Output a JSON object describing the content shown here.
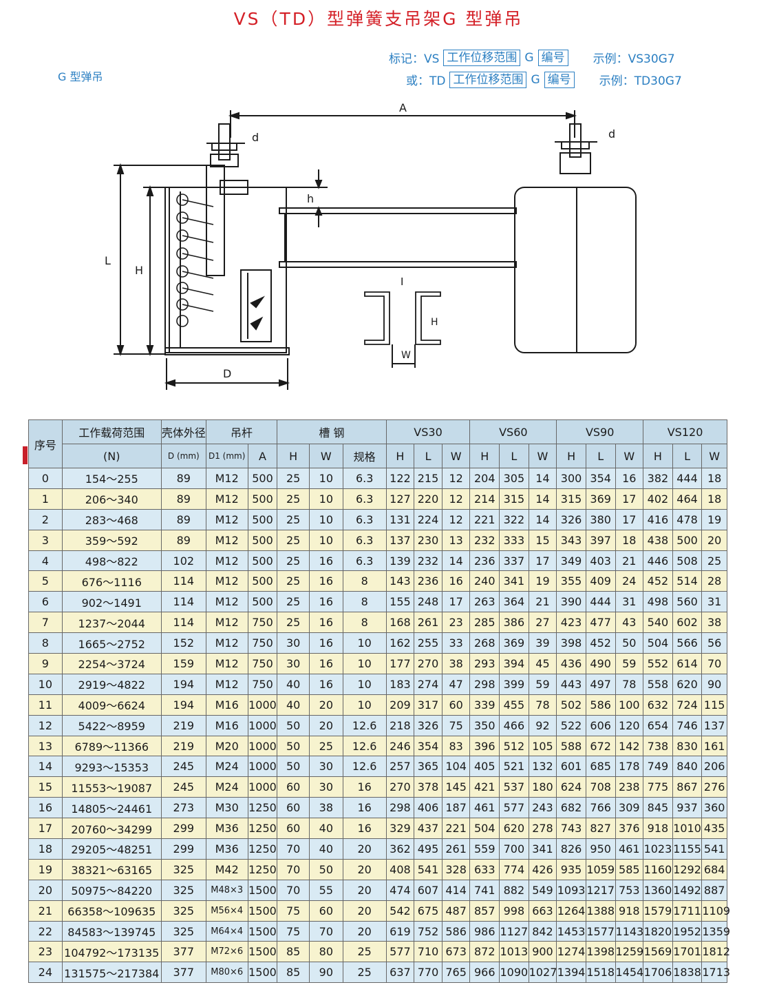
{
  "title": "VS（TD）型弹簧支吊架G 型弹吊",
  "subtitle": "G 型弹吊",
  "legend": [
    {
      "prefix": "标记：VS",
      "box1": "工作位移范围",
      "mid": "G",
      "box2": "编号",
      "example": "示例：VS30G7"
    },
    {
      "prefix": "或：TD",
      "box1": "工作位移范围",
      "mid": "G",
      "box2": "编号",
      "example": "示例：TD30G7"
    }
  ],
  "drawing_labels": {
    "A": "A",
    "d_left": "d",
    "d_right": "d",
    "h": "h",
    "L": "L",
    "H": "H",
    "D": "D",
    "I": "I",
    "H_channel": "H",
    "W": "W"
  },
  "table": {
    "head1": {
      "seq": "序号",
      "load": "工作载荷范围",
      "shell": "壳体外径",
      "rod": "吊杆",
      "channel": "槽 钢",
      "vs30": "VS30",
      "vs60": "VS60",
      "vs90": "VS90",
      "vs120": "VS120"
    },
    "head2": {
      "load_unit": "(N)",
      "shell_unit": "D (mm)",
      "d1": "D1 (mm)",
      "a": "A",
      "h": "H",
      "w": "W",
      "spec": "规格",
      "vs30_h": "H",
      "vs30_l": "L",
      "vs30_w": "W",
      "vs60_h": "H",
      "vs60_l": "L",
      "vs60_w": "W",
      "vs90_h": "H",
      "vs90_l": "L",
      "vs90_w": "W",
      "vs120_h": "H",
      "vs120_l": "L",
      "vs120_w": "W"
    },
    "rows": [
      [
        "0",
        "154～255",
        "89",
        "M12",
        "500",
        "25",
        "10",
        "6.3",
        "122",
        "215",
        "12",
        "204",
        "305",
        "14",
        "300",
        "354",
        "16",
        "382",
        "444",
        "18"
      ],
      [
        "1",
        "206～340",
        "89",
        "M12",
        "500",
        "25",
        "10",
        "6.3",
        "127",
        "220",
        "12",
        "214",
        "315",
        "14",
        "315",
        "369",
        "17",
        "402",
        "464",
        "18"
      ],
      [
        "2",
        "283～468",
        "89",
        "M12",
        "500",
        "25",
        "10",
        "6.3",
        "131",
        "224",
        "12",
        "221",
        "322",
        "14",
        "326",
        "380",
        "17",
        "416",
        "478",
        "19"
      ],
      [
        "3",
        "359～592",
        "89",
        "M12",
        "500",
        "25",
        "10",
        "6.3",
        "137",
        "230",
        "13",
        "232",
        "333",
        "15",
        "343",
        "397",
        "18",
        "438",
        "500",
        "20"
      ],
      [
        "4",
        "498～822",
        "102",
        "M12",
        "500",
        "25",
        "16",
        "6.3",
        "139",
        "232",
        "14",
        "236",
        "337",
        "17",
        "349",
        "403",
        "21",
        "446",
        "508",
        "25"
      ],
      [
        "5",
        "676～1116",
        "114",
        "M12",
        "500",
        "25",
        "16",
        "8",
        "143",
        "236",
        "16",
        "240",
        "341",
        "19",
        "355",
        "409",
        "24",
        "452",
        "514",
        "28"
      ],
      [
        "6",
        "902～1491",
        "114",
        "M12",
        "500",
        "25",
        "16",
        "8",
        "155",
        "248",
        "17",
        "263",
        "364",
        "21",
        "390",
        "444",
        "31",
        "498",
        "560",
        "31"
      ],
      [
        "7",
        "1237～2044",
        "114",
        "M12",
        "750",
        "25",
        "16",
        "8",
        "168",
        "261",
        "23",
        "285",
        "386",
        "27",
        "423",
        "477",
        "43",
        "540",
        "602",
        "38"
      ],
      [
        "8",
        "1665～2752",
        "152",
        "M12",
        "750",
        "30",
        "16",
        "10",
        "162",
        "255",
        "33",
        "268",
        "369",
        "39",
        "398",
        "452",
        "50",
        "504",
        "566",
        "56"
      ],
      [
        "9",
        "2254～3724",
        "159",
        "M12",
        "750",
        "30",
        "16",
        "10",
        "177",
        "270",
        "38",
        "293",
        "394",
        "45",
        "436",
        "490",
        "59",
        "552",
        "614",
        "70"
      ],
      [
        "10",
        "2919～4822",
        "194",
        "M12",
        "750",
        "40",
        "16",
        "10",
        "183",
        "274",
        "47",
        "298",
        "399",
        "59",
        "443",
        "497",
        "78",
        "558",
        "620",
        "90"
      ],
      [
        "11",
        "4009～6624",
        "194",
        "M16",
        "1000",
        "40",
        "20",
        "10",
        "209",
        "317",
        "60",
        "339",
        "455",
        "78",
        "502",
        "586",
        "100",
        "632",
        "724",
        "115"
      ],
      [
        "12",
        "5422～8959",
        "219",
        "M16",
        "1000",
        "50",
        "20",
        "12.6",
        "218",
        "326",
        "75",
        "350",
        "466",
        "92",
        "522",
        "606",
        "120",
        "654",
        "746",
        "137"
      ],
      [
        "13",
        "6789～11366",
        "219",
        "M20",
        "1000",
        "50",
        "25",
        "12.6",
        "246",
        "354",
        "83",
        "396",
        "512",
        "105",
        "588",
        "672",
        "142",
        "738",
        "830",
        "161"
      ],
      [
        "14",
        "9293～15353",
        "245",
        "M24",
        "1000",
        "50",
        "30",
        "12.6",
        "257",
        "365",
        "104",
        "405",
        "521",
        "132",
        "601",
        "685",
        "178",
        "749",
        "840",
        "206"
      ],
      [
        "15",
        "11553～19087",
        "245",
        "M24",
        "1000",
        "60",
        "30",
        "16",
        "270",
        "378",
        "145",
        "421",
        "537",
        "180",
        "624",
        "708",
        "238",
        "775",
        "867",
        "276"
      ],
      [
        "16",
        "14805～24461",
        "273",
        "M30",
        "1250",
        "60",
        "38",
        "16",
        "298",
        "406",
        "187",
        "461",
        "577",
        "243",
        "682",
        "766",
        "309",
        "845",
        "937",
        "360"
      ],
      [
        "17",
        "20760～34299",
        "299",
        "M36",
        "1250",
        "60",
        "40",
        "16",
        "329",
        "437",
        "221",
        "504",
        "620",
        "278",
        "743",
        "827",
        "376",
        "918",
        "1010",
        "435"
      ],
      [
        "18",
        "29205～48251",
        "299",
        "M36",
        "1250",
        "70",
        "40",
        "20",
        "362",
        "495",
        "261",
        "559",
        "700",
        "341",
        "826",
        "950",
        "461",
        "1023",
        "1155",
        "541"
      ],
      [
        "19",
        "38321～63165",
        "325",
        "M42",
        "1250",
        "70",
        "50",
        "20",
        "408",
        "541",
        "328",
        "633",
        "774",
        "426",
        "935",
        "1059",
        "585",
        "1160",
        "1292",
        "684"
      ],
      [
        "20",
        "50975～84220",
        "325",
        "M48×3",
        "1500",
        "70",
        "55",
        "20",
        "474",
        "607",
        "414",
        "741",
        "882",
        "549",
        "1093",
        "1217",
        "753",
        "1360",
        "1492",
        "887"
      ],
      [
        "21",
        "66358～109635",
        "325",
        "M56×4",
        "1500",
        "75",
        "60",
        "20",
        "542",
        "675",
        "487",
        "857",
        "998",
        "663",
        "1264",
        "1388",
        "918",
        "1579",
        "1711",
        "1109"
      ],
      [
        "22",
        "84583～139745",
        "325",
        "M64×4",
        "1500",
        "75",
        "70",
        "20",
        "619",
        "752",
        "586",
        "986",
        "1127",
        "842",
        "1453",
        "1577",
        "1143",
        "1820",
        "1952",
        "1359"
      ],
      [
        "23",
        "104792～173135",
        "377",
        "M72×6",
        "1500",
        "85",
        "80",
        "25",
        "577",
        "710",
        "673",
        "872",
        "1013",
        "900",
        "1274",
        "1398",
        "1259",
        "1569",
        "1701",
        "1812"
      ],
      [
        "24",
        "131575～217384",
        "377",
        "M80×6",
        "1500",
        "85",
        "90",
        "25",
        "637",
        "770",
        "765",
        "966",
        "1090",
        "1027",
        "1394",
        "1518",
        "1454",
        "1706",
        "1838",
        "1713"
      ]
    ]
  },
  "colors": {
    "title": "#d42027",
    "legend": "#2b7fc2",
    "row_even": "#d9eaf4",
    "row_odd": "#f7f3cf",
    "header": "#c5dbe9"
  }
}
